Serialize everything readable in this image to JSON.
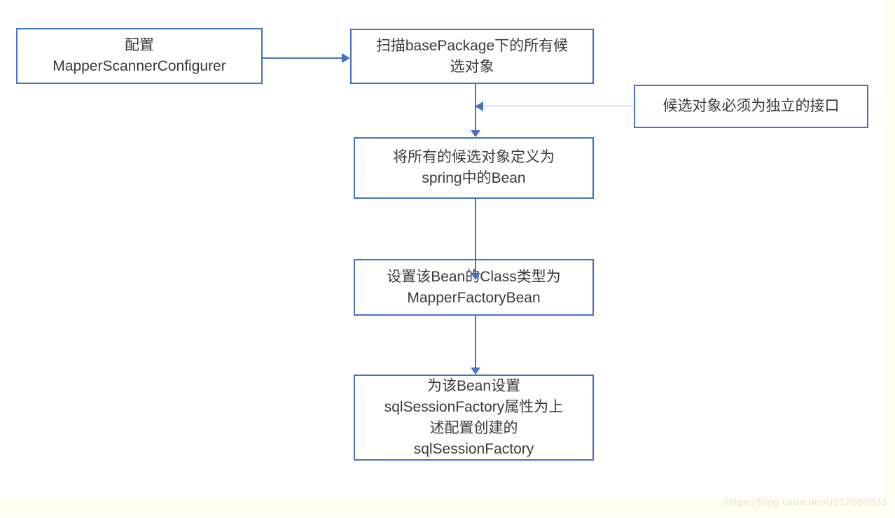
{
  "page": {
    "background": "#ffffff",
    "margin_band_color": "#fffef0",
    "watermark_text": "https://blog.csdn.net/u012060033",
    "watermark_color": "#e6e4d8"
  },
  "diagram": {
    "accent_color": "#4472c4",
    "light_line_color": "#aac2e8",
    "text_color": "#3a3a3a",
    "nodes": {
      "configure": {
        "lines": [
          "配置",
          "MapperScannerConfigurer"
        ]
      },
      "scan": {
        "lines": [
          "扫描basePackage下的所有候",
          "选对象"
        ]
      },
      "note": {
        "lines": [
          "候选对象必须为独立的接口"
        ]
      },
      "define": {
        "lines": [
          "将所有的候选对象定义为",
          "spring中的Bean"
        ]
      },
      "setclass": {
        "lines": [
          "设置该Bean的Class类型为",
          "MapperFactoryBean"
        ]
      },
      "setfactory": {
        "lines": [
          "为该Bean设置",
          "sqlSessionFactory属性为上",
          "述配置创建的",
          "sqlSessionFactory"
        ]
      }
    },
    "edges": [
      "configure -> scan",
      "note -> scan-define-connector",
      "scan -> define",
      "define -> setclass",
      "setclass -> setfactory"
    ]
  }
}
